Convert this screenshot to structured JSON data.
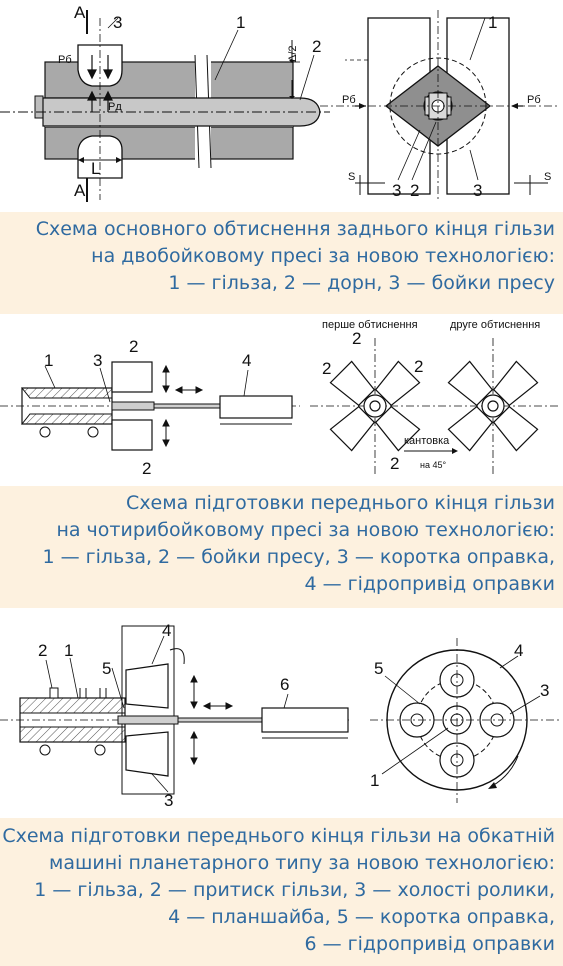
{
  "colors": {
    "background": "#fdf1df",
    "caption_text": "#2f6aa0",
    "metal_gray": "#a9a9a9",
    "dark_gray": "#7e7e7e"
  },
  "fig1": {
    "section_marker": "А",
    "labels": {
      "n1": "1",
      "n2": "2",
      "n3": "3",
      "pb": "Pб",
      "pd": "Pд",
      "L": "L",
      "delta": "Δ/2",
      "s": "S",
      "pb_left": "Pб",
      "pb_right": "Pб",
      "r1": "1",
      "r3a": "3",
      "r2": "2",
      "r3b": "3"
    },
    "caption": [
      "Схема основного обтиснення заднього кінця гільзи",
      "на двобойковому пресі за новою технологією:",
      "1 — гільза, 2 — дорн, 3 — бойки пресу"
    ]
  },
  "fig2": {
    "labels": {
      "n1": "1",
      "n3": "3",
      "n2top": "2",
      "n2bottom": "2",
      "n4": "4",
      "first": "перше обтиснення",
      "second": "друге обтиснення",
      "c2top": "2",
      "c2left": "2",
      "c2right": "2",
      "c2bottom": "2",
      "kantovka": "кантовка",
      "na45": "на 45°"
    },
    "caption": [
      "Схема підготовки переднього кінця гільзи",
      "на чотирибойковому пресі за новою технологією:",
      "1 — гільза, 2 — бойки пресу, 3 — коротка оправка,",
      "4 — гідропривід оправки"
    ]
  },
  "fig3": {
    "labels": {
      "n2": "2",
      "n1": "1",
      "n4": "4",
      "n5": "5",
      "n3": "3",
      "n6": "6",
      "r5": "5",
      "r4": "4",
      "r3": "3",
      "r1": "1"
    },
    "caption": [
      "Схема підготовки переднього кінця гільзи на обкатній",
      "машині планетарного типу за новою технологією:",
      "1 — гільза, 2 — притиск гільзи, 3 — холості ролики,",
      "4 — планшайба, 5 — коротка оправка,",
      "6 — гідропривід оправки"
    ]
  }
}
